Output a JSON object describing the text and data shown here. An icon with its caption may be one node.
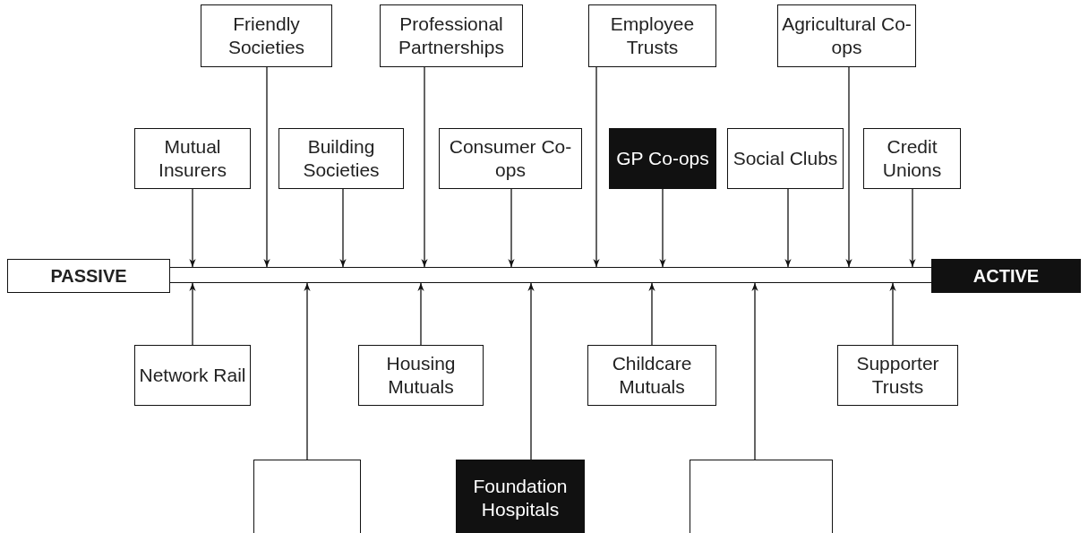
{
  "diagram": {
    "nodes": [
      {
        "text": [
          "Friendly Societies"
        ]
      },
      {
        "text": [
          "Professional Partnerships"
        ]
      },
      {
        "text": [
          "Employee Trusts"
        ]
      },
      {
        "text": [
          "Agricultural Co-ops"
        ]
      },
      {
        "text": [
          "Mutual Insurers"
        ]
      },
      {
        "text": [
          "Building Societies"
        ]
      },
      {
        "text": [
          "Consumer Co-ops"
        ]
      },
      {
        "text": [
          "GP Co-ops"
        ]
      },
      {
        "text": [
          "Social Clubs"
        ]
      },
      {
        "text": [
          "Credit Unions"
        ]
      },
      {
        "text": [
          "PASSIVE"
        ]
      },
      {
        "text": [],
        "shape": "bar"
      },
      {
        "text": [
          "ACTIVE"
        ]
      },
      {
        "text": [
          "Network Rail"
        ]
      },
      {
        "text": [
          "Housing Mutuals"
        ]
      },
      {
        "text": [
          "Childcare Mutuals"
        ]
      },
      {
        "text": [
          "Supporter Trusts"
        ]
      },
      {
        "text": [],
        "shape": "box"
      },
      {
        "text": [
          "Foundation Hospitals"
        ]
      },
      {
        "text": [],
        "shape": "box"
      }
    ],
    "edges": [
      {
        "from": 0,
        "to": 11,
        "arrow": "to"
      },
      {
        "from": 1,
        "to": 11,
        "arrow": "to"
      },
      {
        "from": 2,
        "to": 11,
        "arrow": "to"
      },
      {
        "from": 3,
        "to": 11,
        "arrow": "to"
      },
      {
        "from": 4,
        "to": 11,
        "arrow": "to"
      },
      {
        "from": 5,
        "to": 11,
        "arrow": "to"
      },
      {
        "from": 6,
        "to": 11,
        "arrow": "to"
      },
      {
        "from": 7,
        "to": 11,
        "arrow": "to"
      },
      {
        "from": 8,
        "to": 11,
        "arrow": "to"
      },
      {
        "from": 9,
        "to": 11,
        "arrow": "to"
      },
      {
        "from": 13,
        "to": 11,
        "arrow": "to"
      },
      {
        "from": 14,
        "to": 11,
        "arrow": "to"
      },
      {
        "from": 15,
        "to": 11,
        "arrow": "to"
      },
      {
        "from": 16,
        "to": 11,
        "arrow": "to"
      },
      {
        "from": 17,
        "to": 11,
        "arrow": "to"
      },
      {
        "from": 18,
        "to": 11,
        "arrow": "to"
      },
      {
        "from": 19,
        "to": 11,
        "arrow": "to"
      }
    ]
  }
}
